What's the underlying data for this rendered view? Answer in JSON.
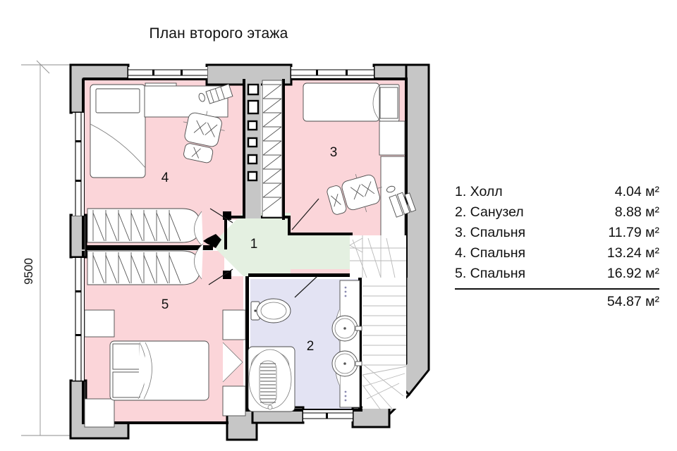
{
  "title": "План второго этажа",
  "dimensions": {
    "left_vertical": "9500"
  },
  "rooms": [
    {
      "num": "1",
      "name": "Холл",
      "area": "4.04 м²"
    },
    {
      "num": "2",
      "name": "Санузел",
      "area": "8.88 м²"
    },
    {
      "num": "3",
      "name": "Спальня",
      "area": "11.79 м²"
    },
    {
      "num": "4",
      "name": "Спальня",
      "area": "13.24 м²"
    },
    {
      "num": "5",
      "name": "Спальня",
      "area": "16.92 м²"
    }
  ],
  "legend": {
    "items": [
      {
        "label": "1. Холл",
        "area": "4.04 м²"
      },
      {
        "label": "2. Санузел",
        "area": "8.88 м²"
      },
      {
        "label": "3. Спальня",
        "area": "11.79 м²"
      },
      {
        "label": "4. Спальня",
        "area": "13.24 м²"
      },
      {
        "label": "5. Спальня",
        "area": "16.92 м²"
      }
    ],
    "total": "54.87 м²"
  },
  "plan_labels": {
    "hall": "1",
    "bathroom": "2",
    "bedroom_right": "3",
    "bedroom_topleft": "4",
    "bedroom_bottomleft": "5"
  },
  "colors": {
    "bedroom_fill": "#fbd5d9",
    "hall_fill": "#e4f0e1",
    "bathroom_fill": "#e3e3f3",
    "wall_fill": "#c6c6c6",
    "outline": "#000000"
  },
  "features": {
    "stairs": "winder-staircase",
    "bathroom_fixtures": [
      "toilet",
      "bathtub",
      "sink",
      "sink"
    ],
    "bedroom_furniture": [
      "bed",
      "bed",
      "bed",
      "desk",
      "desk",
      "chair",
      "chair",
      "wardrobe",
      "wardrobe",
      "nightstand"
    ]
  }
}
